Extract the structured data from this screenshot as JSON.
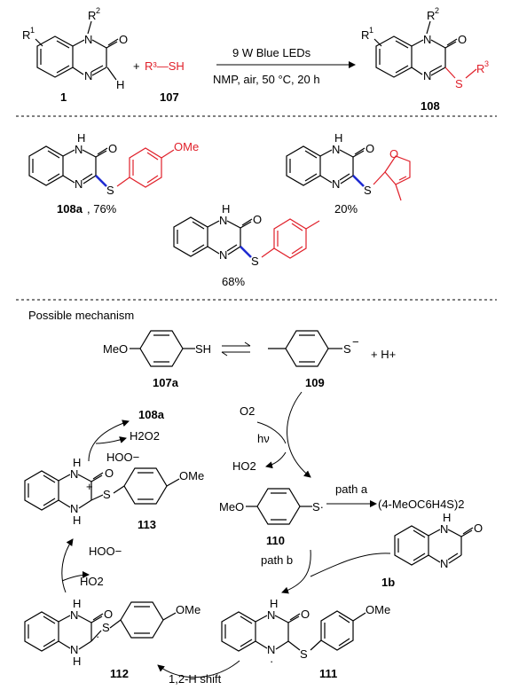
{
  "reaction": {
    "reagent_R3SH": "R³—SH",
    "sm_label": "1",
    "thiol_label": "107",
    "product_label": "108",
    "conditions_top": "9 W Blue LEDs",
    "conditions_bottom": "NMP, air, 50 °C, 20 h",
    "plus": "+"
  },
  "scope": [
    {
      "label": "108a",
      "yield": ", 76%",
      "substituent": "OMe"
    },
    {
      "label": "",
      "yield": "20%",
      "substituent": "3-methylfuran-2-yl"
    },
    {
      "label": "",
      "yield": "68%",
      "substituent": "4-methylphenyl"
    }
  ],
  "mechanism": {
    "heading": "Possible mechanism",
    "thiol_label": "107a",
    "thiolate_label": "109",
    "plus_H": "+ H+",
    "o2": "O2",
    "hv": "hν",
    "ho2": "HO2",
    "radical_label": "110",
    "path_a": "path a",
    "disulfide": "(4-MeOC6H4S)2",
    "path_b": "path b",
    "quinox_label": "1b",
    "int111": "111",
    "int112": "112",
    "int113": "113",
    "shift": "1,2-H shift",
    "hoo_minus": "HOO−",
    "h2o2": "H2O2",
    "product": "108a"
  },
  "colors": {
    "substituent": "#e0202a",
    "new_bond": "#1f2bd1",
    "structure": "#000000"
  }
}
